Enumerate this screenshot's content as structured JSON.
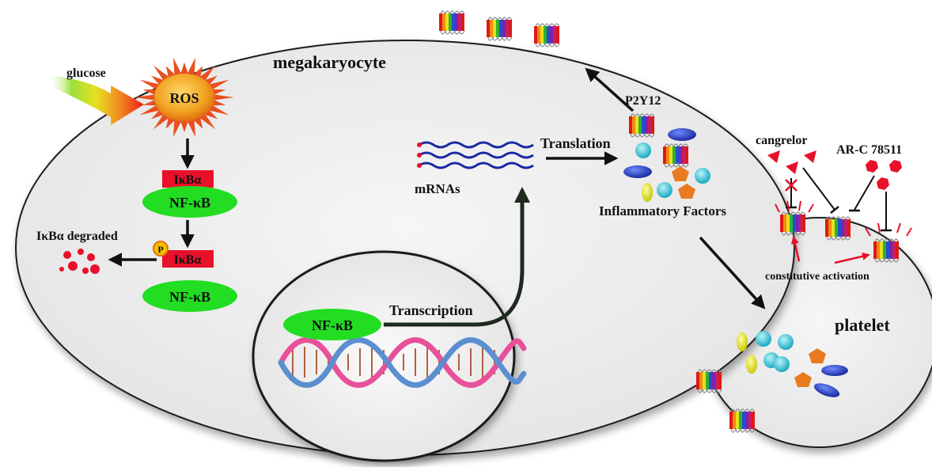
{
  "labels": {
    "megakaryocyte": "megakaryocyte",
    "platelet": "platelet",
    "glucose": "glucose",
    "ros": "ROS",
    "ikba_1": "IκBα",
    "nfkb_1": "NF-κB",
    "ikba_2": "IκBα",
    "nfkb_2": "NF-κB",
    "ikba_degraded": "IκBα degraded",
    "phospho": "P",
    "nfkb_nucleus": "NF-κB",
    "transcription": "Transcription",
    "mrnas": "mRNAs",
    "translation": "Translation",
    "p2y12": "P2Y12",
    "inflammatory_factors": "Inflammatory Factors",
    "cangrelor": "cangrelor",
    "arc": "AR-C 78511",
    "constitutive_activation": "constitutive activation"
  },
  "colors": {
    "cell_fill": "#efefef",
    "cell_stroke": "#1a1a1a",
    "ikba_red": "#e8102a",
    "nfkb_green": "#22dd22",
    "ros_orange": "#f0a020",
    "mrna_blue": "#1a2aa0",
    "arrow_black": "#111111",
    "activation_red": "#e8102a",
    "factor_cyan": "#33ccdd",
    "factor_yellow": "#e6e620",
    "factor_blue": "#2244cc",
    "factor_orange": "#e87a20"
  }
}
